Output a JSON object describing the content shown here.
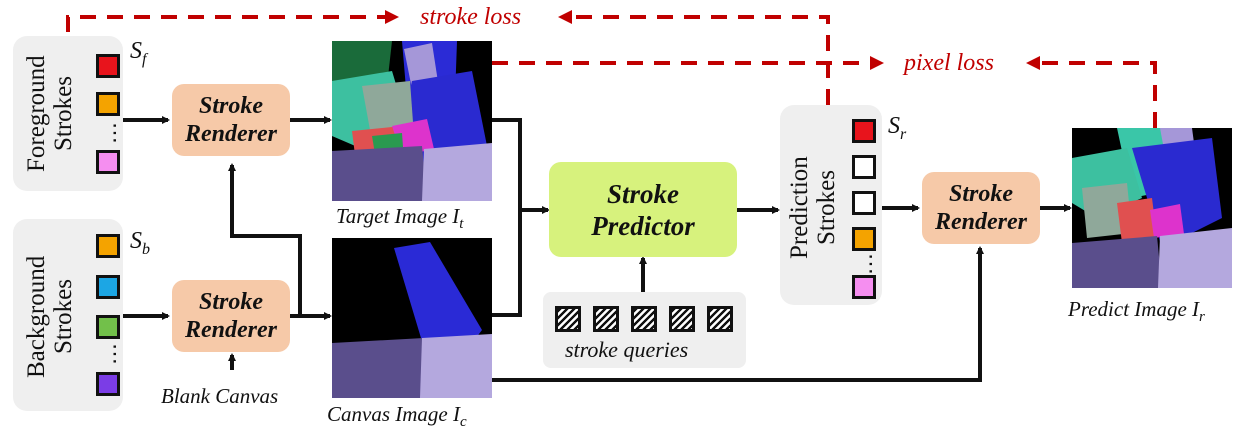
{
  "labels": {
    "foreground_strokes": "Foreground Strokes",
    "background_strokes": "Background Strokes",
    "prediction_strokes": "Prediction Strokes",
    "sf": "S",
    "sf_sub": "f",
    "sb": "S",
    "sb_sub": "b",
    "sr": "S",
    "sr_sub": "r"
  },
  "boxes": {
    "renderer_top": [
      "Stroke",
      "Renderer"
    ],
    "renderer_bottom": [
      "Stroke",
      "Renderer"
    ],
    "renderer_right": [
      "Stroke",
      "Renderer"
    ],
    "predictor": [
      "Stroke",
      "Predictor"
    ]
  },
  "captions": {
    "target": "Target Image I",
    "target_sub": "t",
    "canvas": "Canvas Image I",
    "canvas_sub": "c",
    "predict": "Predict Image I",
    "predict_sub": "r",
    "blank": "Blank Canvas",
    "queries": "stroke queries"
  },
  "losses": {
    "stroke": "stroke loss",
    "pixel": "pixel loss"
  },
  "colors": {
    "red": "#e8141c",
    "orange": "#f4a300",
    "pink": "#f58ef0",
    "cyan": "#1ca6e4",
    "green": "#72c04a",
    "purple": "#7b3de6",
    "white": "#ffffff",
    "loss": "#c00000",
    "renderer": "#f6c9a8",
    "predictor": "#d7f27d",
    "panel": "#efefef"
  },
  "strokes": {
    "foreground": [
      "red",
      "orange",
      "pink"
    ],
    "background": [
      "orange",
      "cyan",
      "green",
      "purple"
    ],
    "prediction": [
      "red",
      "white",
      "white",
      "orange",
      "pink"
    ]
  },
  "query_count": 5
}
